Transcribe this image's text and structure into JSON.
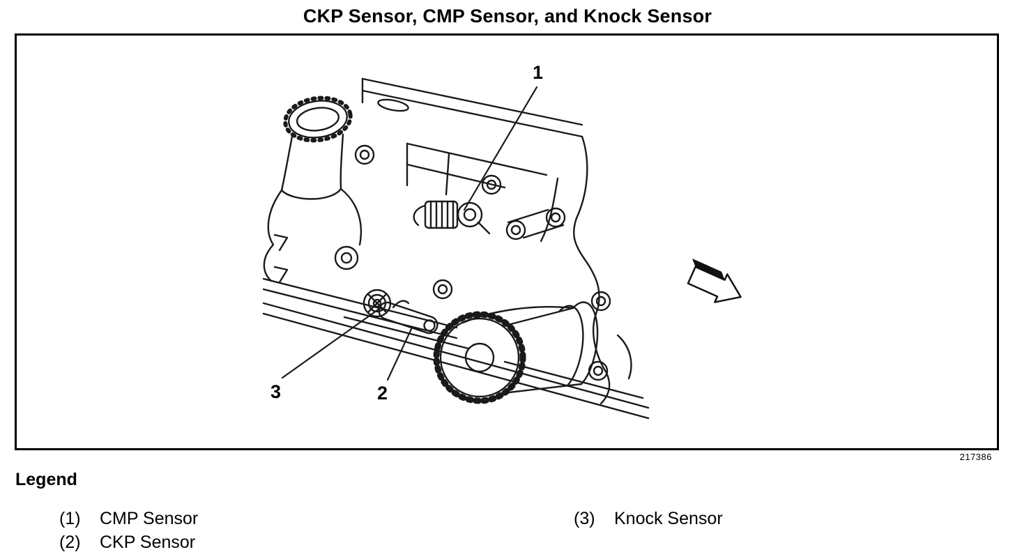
{
  "page": {
    "title": "CKP Sensor, CMP Sensor, and Knock Sensor"
  },
  "figure": {
    "number": "217386",
    "callouts": [
      {
        "label": "1"
      },
      {
        "label": "2"
      },
      {
        "label": "3"
      }
    ],
    "arrow_icon": "direction-arrow"
  },
  "legend": {
    "heading": "Legend",
    "columns": [
      {
        "items": [
          {
            "index": "(1)",
            "label": "CMP Sensor"
          },
          {
            "index": "(2)",
            "label": "CKP Sensor"
          }
        ]
      },
      {
        "items": [
          {
            "index": "(3)",
            "label": "Knock Sensor"
          }
        ]
      }
    ]
  }
}
